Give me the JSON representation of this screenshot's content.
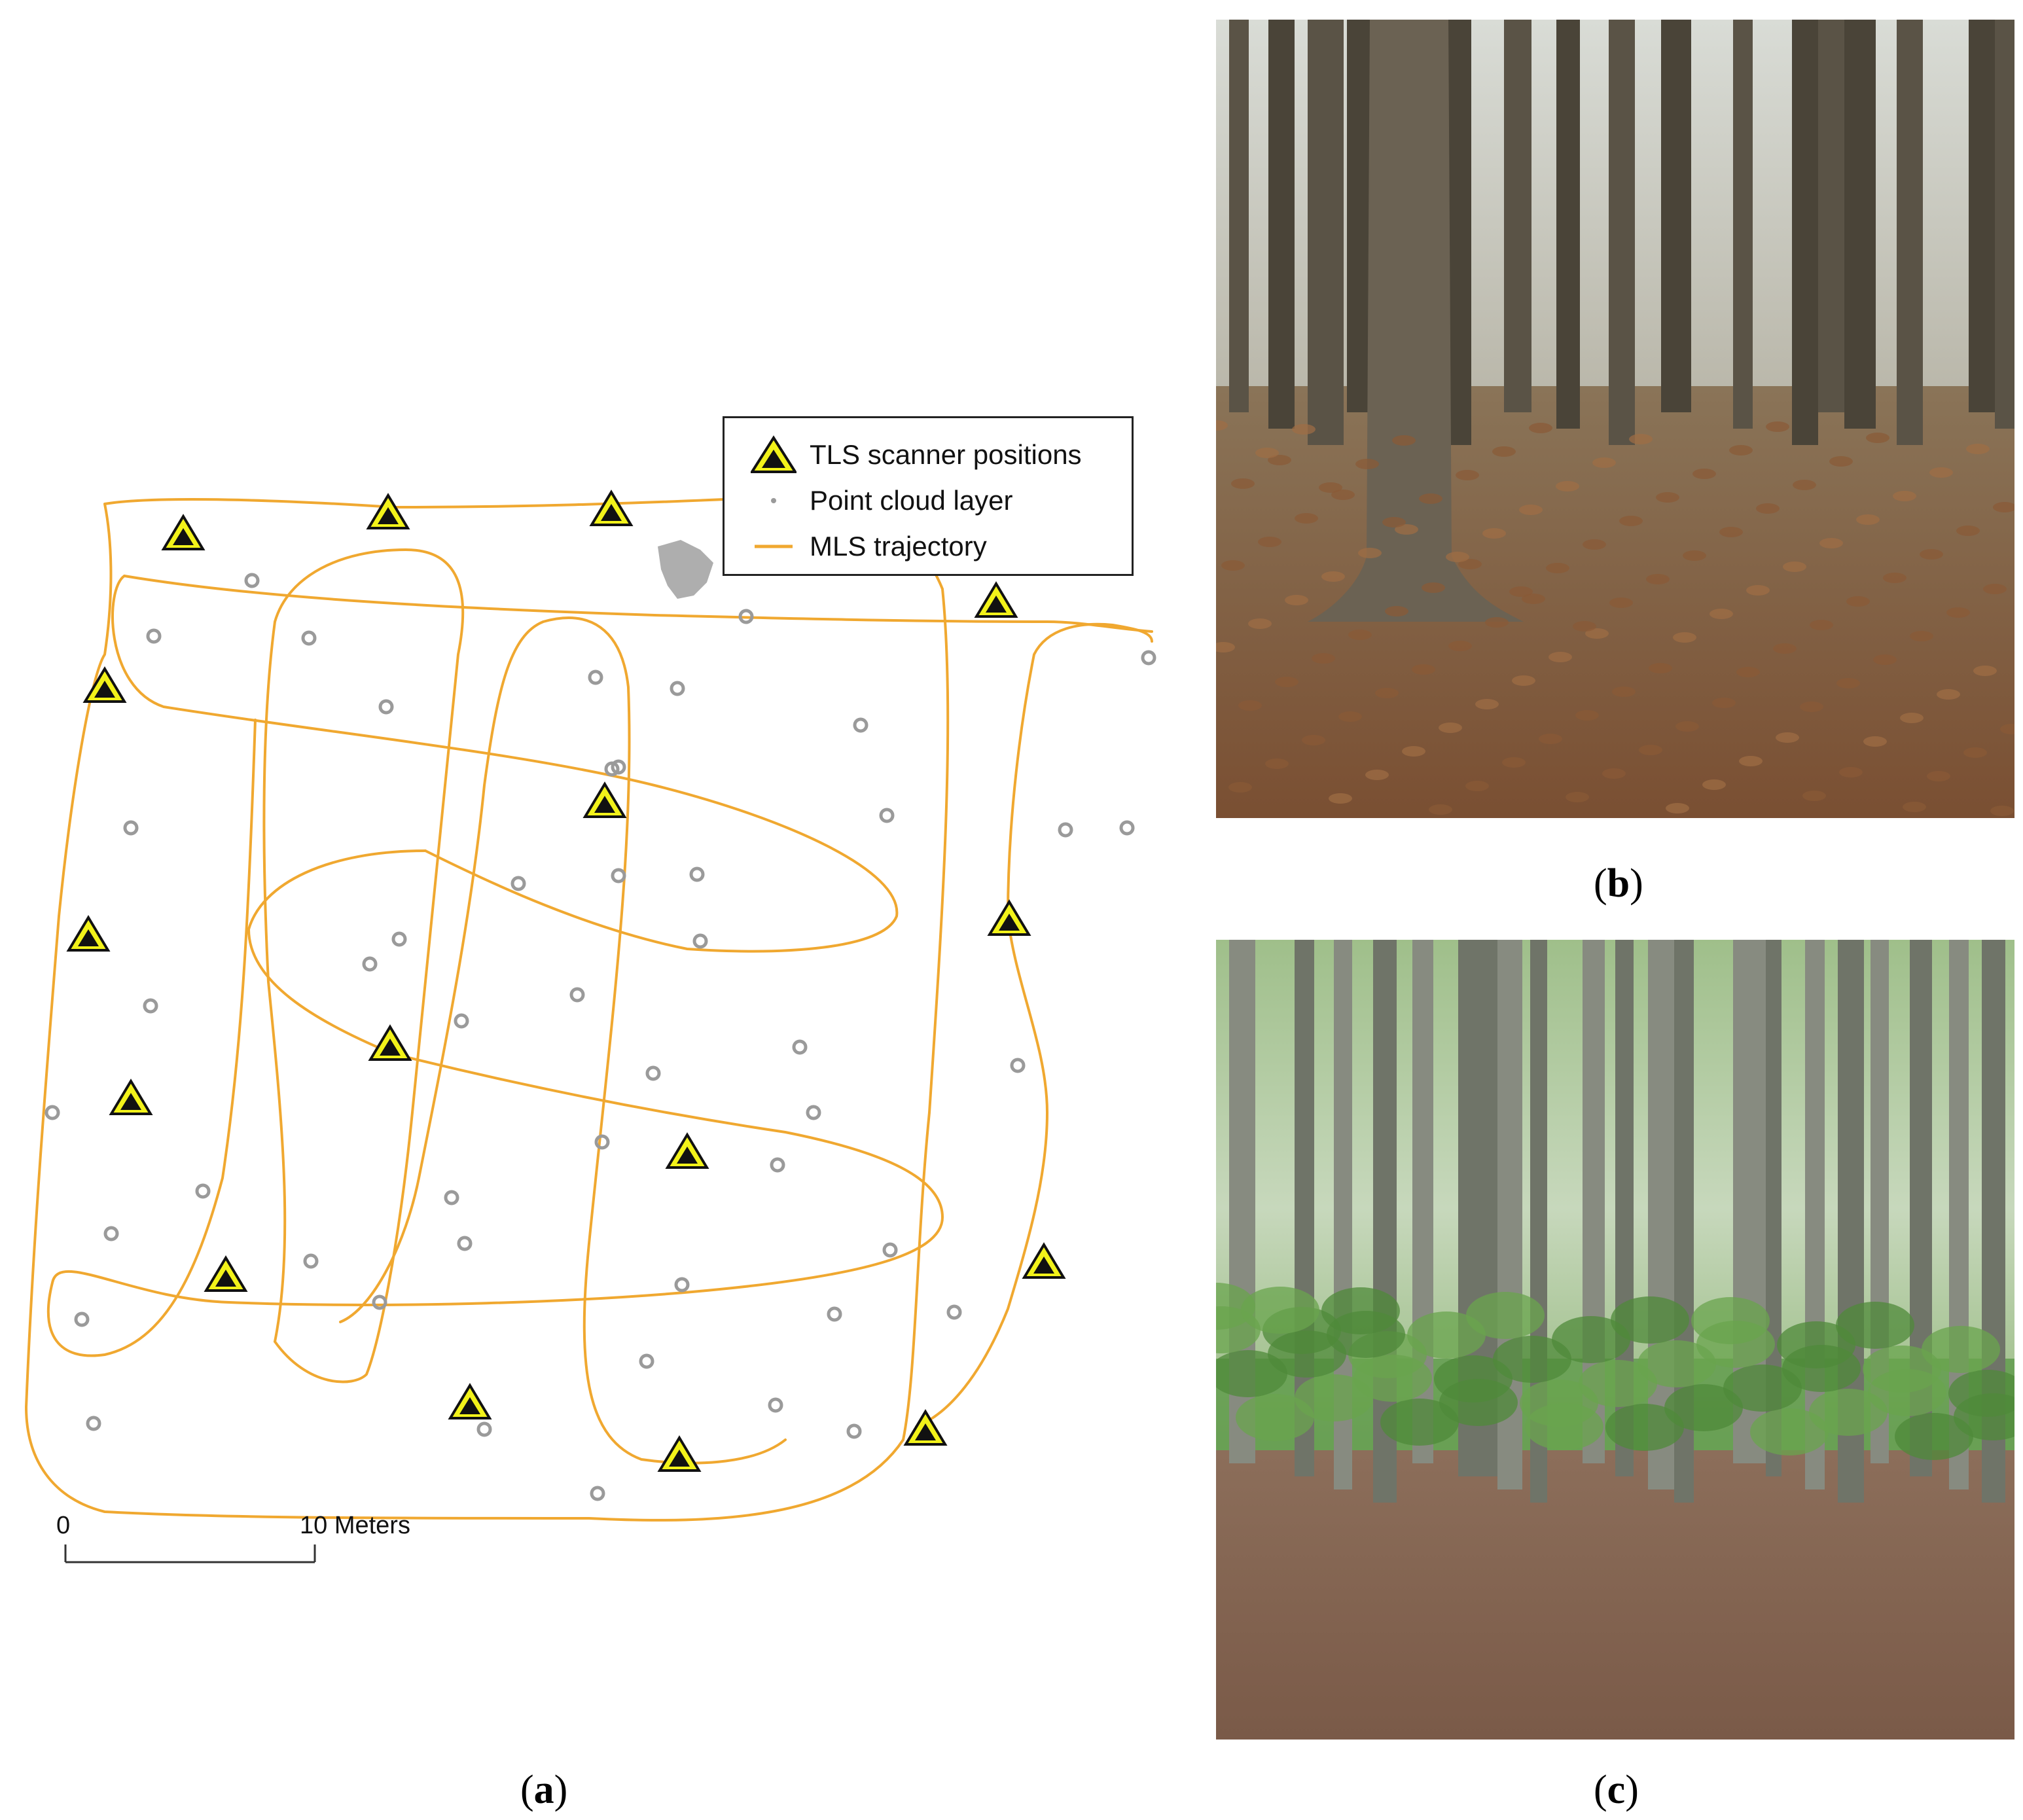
{
  "panels": {
    "a": {
      "label_open": "(",
      "letter": "a",
      "label_close": ")"
    },
    "b": {
      "label_open": "(",
      "letter": "b",
      "label_close": ")",
      "description": "Spruce forest stand with brown leaf litter floor"
    },
    "c": {
      "label_open": "(",
      "letter": "c",
      "label_close": ")",
      "description": "Beech forest stand with green understory"
    }
  },
  "legend": {
    "tls": "TLS scanner positions",
    "pointcloud": "Point cloud layer",
    "mls": "MLS trajectory"
  },
  "scalebar": {
    "start": "0",
    "end": "10 Meters"
  },
  "colors": {
    "trajectory": "#f0a830",
    "triangle_fill": "#f2f21a",
    "triangle_core": "#111111",
    "point_cloud": "#9a9a9a"
  },
  "icons": {
    "tls": "triangle-marker-icon",
    "pointcloud": "ring-icon"
  }
}
